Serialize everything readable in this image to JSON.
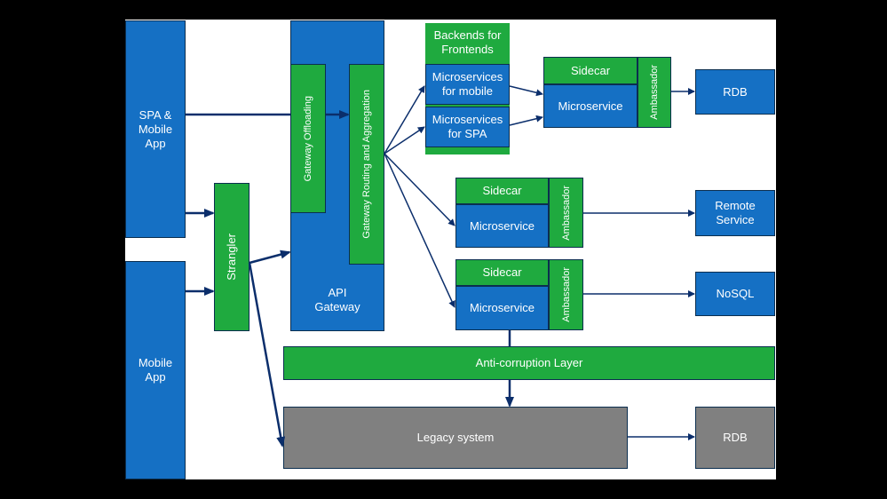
{
  "colors": {
    "blue": "#1570c4",
    "green": "#1faa3f",
    "gray": "#808080",
    "arrow": "#0b2e6b",
    "background": "#000000",
    "canvas": "#ffffff"
  },
  "clients": {
    "spa_mobile": "SPA &\nMobile\nApp",
    "mobile": "Mobile\nApp"
  },
  "strangler": "Strangler",
  "api_gateway": {
    "label": "API\nGateway",
    "offloading": "Gateway Offloading",
    "routing": "Gateway Routing and Aggregation"
  },
  "bff": {
    "title": "Backends for\nFrontends",
    "mobile": "Microservices\nfor mobile",
    "spa": "Microservices\nfor SPA"
  },
  "service_units": [
    {
      "sidecar": "Sidecar",
      "microservice": "Microservice",
      "ambassador": "Ambassador",
      "target": "RDB"
    },
    {
      "sidecar": "Sidecar",
      "microservice": "Microservice",
      "ambassador": "Ambassador",
      "target": "Remote\nService"
    },
    {
      "sidecar": "Sidecar",
      "microservice": "Microservice",
      "ambassador": "Ambassador",
      "target": "NoSQL"
    }
  ],
  "anti_corruption": "Anti-corruption Layer",
  "legacy": {
    "label": "Legacy system",
    "target": "RDB"
  }
}
